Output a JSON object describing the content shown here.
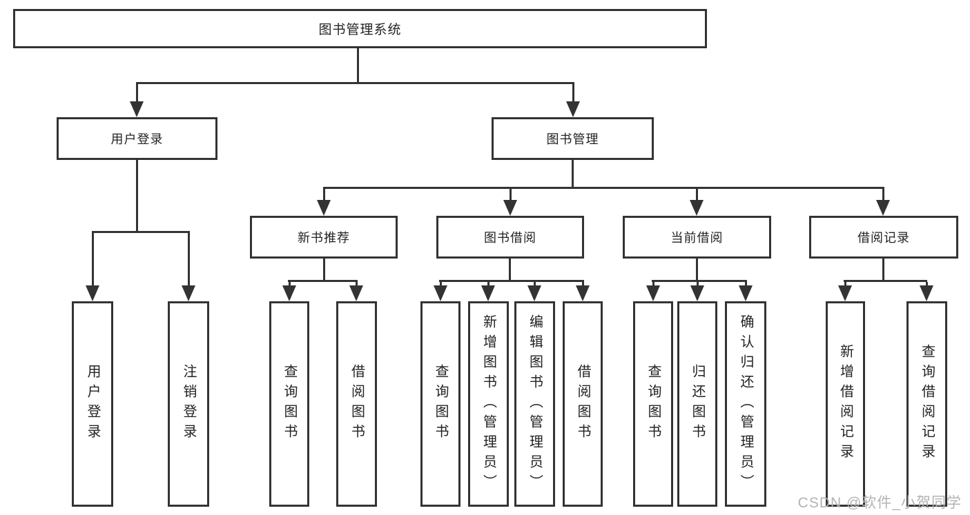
{
  "diagram": {
    "title": "图书管理系统",
    "root": {
      "label": "图书管理系统"
    },
    "level2": [
      {
        "label": "用户登录"
      },
      {
        "label": "图书管理"
      }
    ],
    "level3": [
      {
        "label": "新书推荐"
      },
      {
        "label": "图书借阅"
      },
      {
        "label": "当前借阅"
      },
      {
        "label": "借阅记录"
      }
    ],
    "leaves": {
      "user_login": [
        "用户登录",
        "注销登录"
      ],
      "new_book": [
        "查询图书",
        "借阅图书"
      ],
      "book_borrow": [
        "查询图书",
        "新增图书（管理员）",
        "编辑图书（管理员）",
        "借阅图书"
      ],
      "current_borrow": [
        "查询图书",
        "归还图书",
        "确认归还（管理员）"
      ],
      "borrow_record": [
        "新增借阅记录",
        "查询借阅记录"
      ]
    },
    "colors": {
      "line": "#333333",
      "text": "#222222",
      "background": "#ffffff",
      "watermark": "#b3b3b3"
    },
    "watermark": "CSDN @软件_小贺同学"
  }
}
